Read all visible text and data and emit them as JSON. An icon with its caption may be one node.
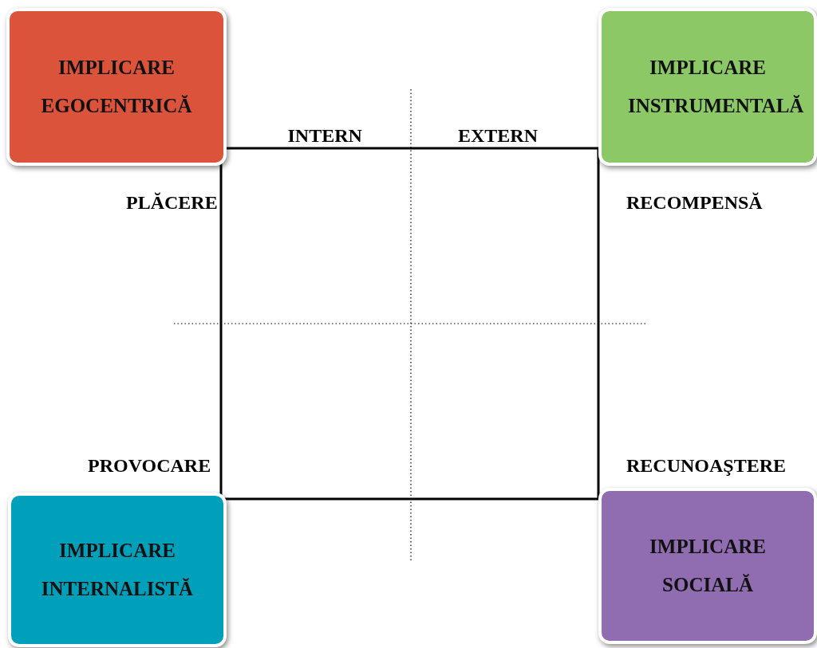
{
  "diagram": {
    "nodes": [
      {
        "text": [
          "IMPLICARE EGOCENTRICĂ"
        ]
      },
      {
        "text": [
          "IMPLICARE INSTRUMENTALĂ"
        ]
      },
      {
        "text": [
          "IMPLICARE INTERNALISTĂ"
        ]
      },
      {
        "text": [
          "IMPLICARE SOCIALĂ"
        ]
      }
    ],
    "edges": [],
    "labels": [
      "INTERN",
      "EXTERN",
      "PLĂCERE",
      "RECOMPENSĂ",
      "PROVOCARE",
      "RECUNOAŞTERE"
    ]
  }
}
